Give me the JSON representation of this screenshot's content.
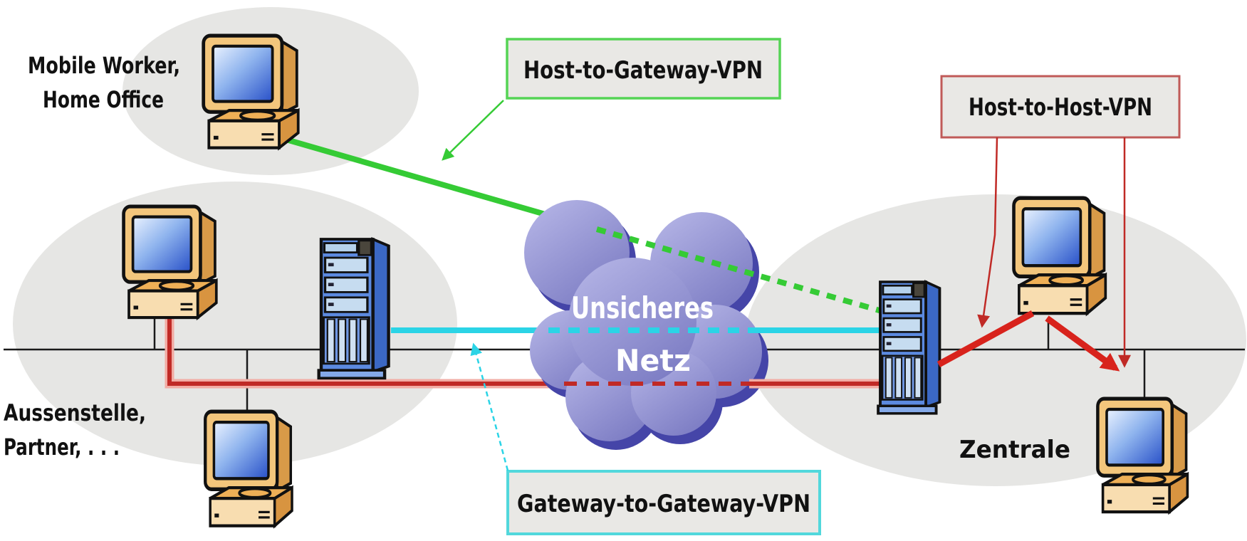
{
  "groups": {
    "mobile_worker": {
      "label_line1": "Mobile Worker,",
      "label_line2": "Home Office"
    },
    "branch_office": {
      "label_line1": "Aussenstelle,",
      "label_line2": "Partner, . . ."
    },
    "headquarters": {
      "label": "Zentrale"
    }
  },
  "cloud": {
    "label_line1": "Unsicheres",
    "label_line2": "Netz"
  },
  "vpn_types": {
    "host_to_gateway": {
      "label": "Host-to-Gateway-VPN",
      "color": "#35cb35",
      "box_border": "#55d455"
    },
    "host_to_host": {
      "label": "Host-to-Host-VPN",
      "color": "#c02a26",
      "box_border": "#c05a58"
    },
    "gateway_to_gateway": {
      "label": "Gateway-to-Gateway-VPN",
      "color": "#2bd4e6",
      "box_border": "#52d8dc"
    }
  },
  "colors": {
    "group_ellipse": "#e6e6e4",
    "label_box_fill": "#e9e8e5",
    "network_line": "#1a1a1a",
    "host_to_host_bright": "#d8231c",
    "cloud_light": "#b4b4e6",
    "cloud_dark": "#7d7dc4",
    "cloud_shadow": "#4545a8",
    "text": "#111111",
    "cloud_text": "#ffffff"
  }
}
